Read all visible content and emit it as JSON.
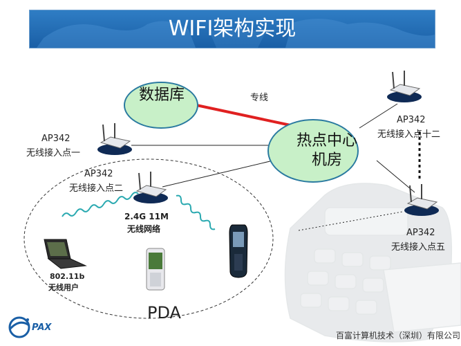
{
  "title": "WIFI架构实现",
  "database_label": "数据库",
  "hotspot_center_label": "热点中心机房",
  "dedicated_line_label": "专线",
  "access_points": [
    {
      "model": "AP342",
      "name": "无线接入点一"
    },
    {
      "model": "AP342",
      "name": "无线接入点二"
    },
    {
      "model": "AP342",
      "name": "无线接入点十二"
    },
    {
      "model": "AP342",
      "name": "无线接入点五"
    }
  ],
  "network_label": {
    "speed": "2.4G 11M",
    "name": "无线网络"
  },
  "user_label": {
    "standard": "802.11b",
    "name": "无线用户"
  },
  "pda_label": "PDA",
  "logo_text": "PAX",
  "footer_company": "百富计算机技术（深圳）有限公司",
  "colors": {
    "title_bg": "#1f6bb5",
    "node_fill": "#c8f0c8",
    "node_border": "#2a7aa0",
    "dedicated_line": "#e02020"
  }
}
